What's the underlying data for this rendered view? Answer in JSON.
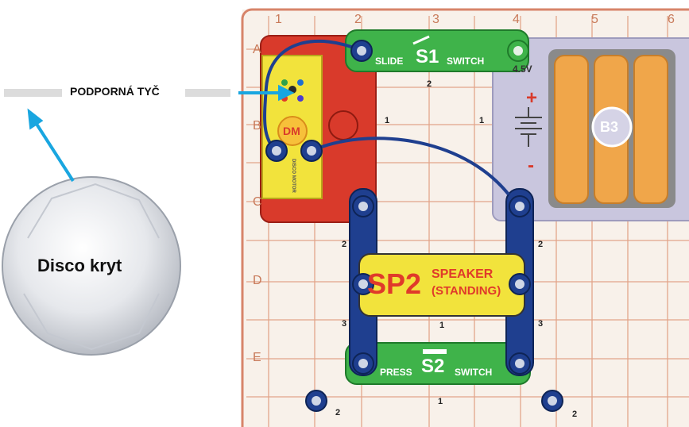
{
  "disco_cover": {
    "label": "Disco kryt"
  },
  "support_rod": {
    "label": "PODPORNÁ TYČ"
  },
  "switch_s1": {
    "slide": "SLIDE",
    "id": "S1",
    "word": "SWITCH"
  },
  "switch_s2": {
    "press": "PRESS",
    "id": "S2",
    "word": "SWITCH"
  },
  "speaker": {
    "id": "SP2",
    "line1": "SPEAKER",
    "line2": "(STANDING)"
  },
  "motor": {
    "id": "DM",
    "small": "DISCO MOTOR"
  },
  "battery": {
    "id": "B3",
    "voltage": "4.5V",
    "plus": "+",
    "minus": "-"
  },
  "grid": {
    "columns": [
      "1",
      "2",
      "3",
      "4",
      "5",
      "6"
    ],
    "rows": [
      "A",
      "B",
      "C",
      "D",
      "E"
    ]
  },
  "wire_numbers": [
    "2",
    "1",
    "1",
    "2",
    "2",
    "3",
    "3",
    "1",
    "1",
    "2",
    "2"
  ],
  "colors": {
    "grid_line": "#e2a58a",
    "board_bg": "#f8f1ea",
    "red_part": "#d93a2b",
    "yellow_part": "#f2e33c",
    "green_part": "#3fb34a",
    "blue_wire": "#1f3f8f",
    "battery_holder": "#c9c6de",
    "battery_cell": "#f0a64a",
    "arrow": "#19a6e0"
  }
}
